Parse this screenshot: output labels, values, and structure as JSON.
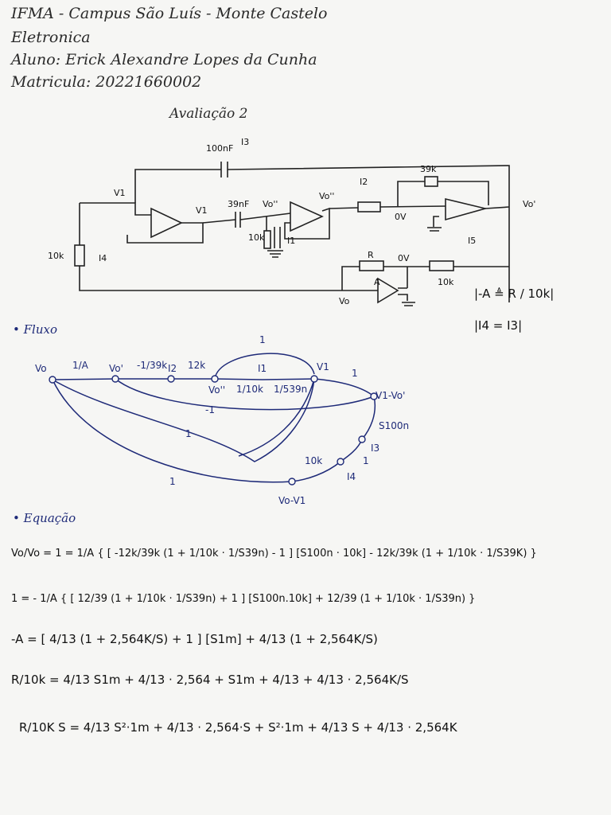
{
  "header": {
    "line1": "IFMA - Campus São Luís - Monte Castelo",
    "line2": "Eletronica",
    "line3": "Aluno: Erick Alexandre Lopes da Cunha",
    "line4": "Matricula: 20221660002"
  },
  "title": "Avaliação 2",
  "circuit": {
    "cap_top": "100nF",
    "i3": "I3",
    "cap_mid": "39nF",
    "v1": "V1",
    "v1_out": "V1",
    "vo2": "Vo''",
    "vo2b": "Vo''",
    "i2": "I2",
    "r39k": "39k",
    "ov1": "0V",
    "vo1": "Vo'",
    "r10k_mid": "10k",
    "i1": "I1",
    "r10k_left": "10k",
    "i4": "I4",
    "i5": "I5",
    "r": "R",
    "ov2": "0V",
    "r10k_bot": "10k",
    "a": "A",
    "vo": "Vo",
    "note1": "|-A ≜ R / 10k|",
    "note2": "|I4 = I3|"
  },
  "flow": {
    "section": "• Fluxo",
    "labels": [
      "Vo",
      "1/A",
      "Vo'",
      "-1/39k",
      "I2",
      "12k",
      "Vo''",
      "I1",
      "V1",
      "1",
      "1/10k",
      "1/539n",
      "1",
      "V1-Vo'",
      "-1",
      "S100n",
      "1",
      "I3",
      "10k",
      "1",
      "I4",
      "1",
      "Vo-V1"
    ]
  },
  "equations": {
    "section": "• Equação",
    "eq1": "Vo/Vo = 1 = 1/A { [ -12k/39k (1 + 1/10k · 1/S39n) - 1 ] [S100n · 10k] - 12k/39k (1 + 1/10k · 1/S39K) }",
    "eq2": "1 = - 1/A { [ 12/39 (1 + 1/10k · 1/S39n) + 1 ] [S100n.10k] + 12/39 (1 + 1/10k · 1/S39n) }",
    "eq3": "-A = [ 4/13 (1 + 2,564K/S) + 1 ] [S1m] + 4/13 (1 + 2,564K/S)",
    "eq4": "R/10k = 4/13 S1m + 4/13 · 2,564 + S1m + 4/13 + 4/13 · 2,564K/S",
    "eq5": "R/10K S = 4/13 S²·1m + 4/13 · 2,564·S + S²·1m + 4/13 S + 4/13 · 2,564K"
  }
}
